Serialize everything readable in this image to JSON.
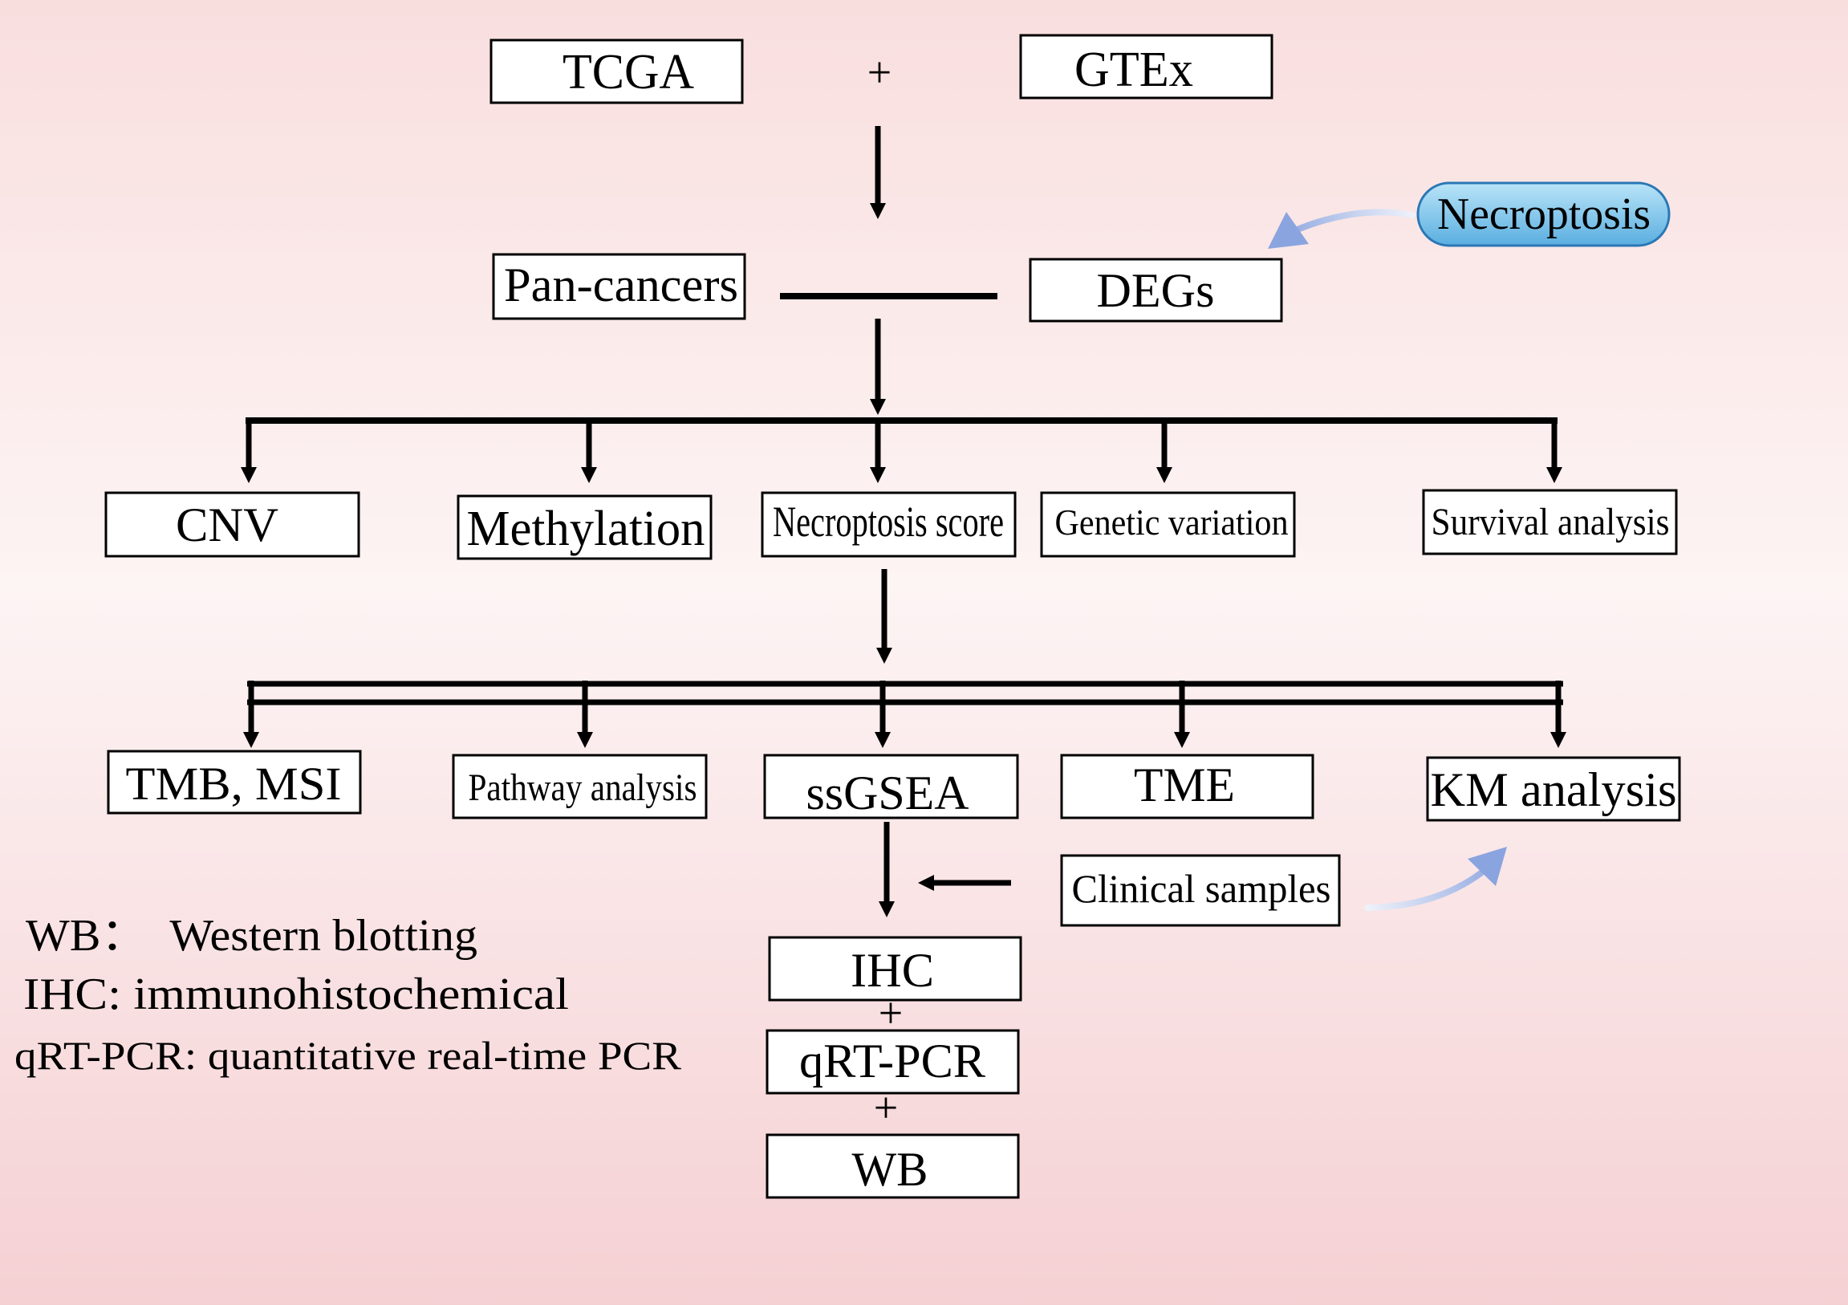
{
  "sources": {
    "left": "TCGA",
    "joiner": "+",
    "right": "GTEx"
  },
  "merge": {
    "left": "Pan-cancers",
    "right": "DEGs",
    "gene_set": "Necroptosis"
  },
  "analyses_row1": [
    "CNV",
    "Methylation",
    "Necroptosis score",
    "Genetic variation",
    "Survival analysis"
  ],
  "analyses_row2": [
    "TMB, MSI",
    "Pathway analysis",
    "ssGSEA",
    "TME",
    "KM analysis"
  ],
  "clinical": "Clinical samples",
  "validation": {
    "items": [
      "IHC",
      "qRT-PCR",
      "WB"
    ],
    "joiner": "+"
  },
  "legend": [
    "WB：  Western blotting",
    "IHC: immunohistochemical",
    "qRT-PCR: quantitative real-time PCR"
  ],
  "colors": {
    "background_top": "#f9dede",
    "background_middle": "#fdf4f4",
    "background_bottom": "#f5d0d3",
    "pill_fill_top": "#b9e4f8",
    "pill_fill_bottom": "#5aaee0",
    "pill_stroke": "#2a77b5",
    "arrow_blue_light": "#eef1fa",
    "arrow_blue": "#8aa4df"
  }
}
